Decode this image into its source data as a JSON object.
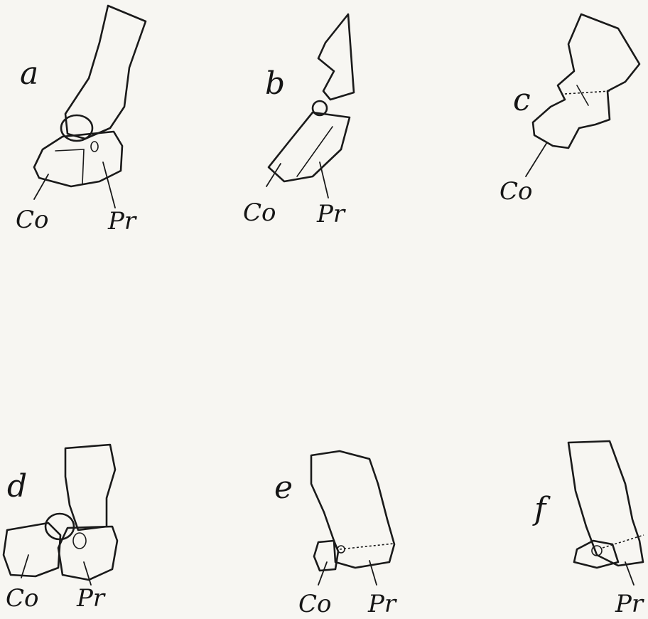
{
  "panels": [
    {
      "letter": "a",
      "labels": [
        "Co",
        "Pr"
      ]
    },
    {
      "letter": "b",
      "labels": [
        "Co",
        "Pr"
      ]
    },
    {
      "letter": "c",
      "labels": [
        "Co"
      ]
    },
    {
      "letter": "d",
      "labels": [
        "Co",
        "Pr"
      ]
    },
    {
      "letter": "e",
      "labels": [
        "Co",
        "Pr"
      ]
    },
    {
      "letter": "f",
      "labels": [
        "Pr"
      ]
    }
  ]
}
